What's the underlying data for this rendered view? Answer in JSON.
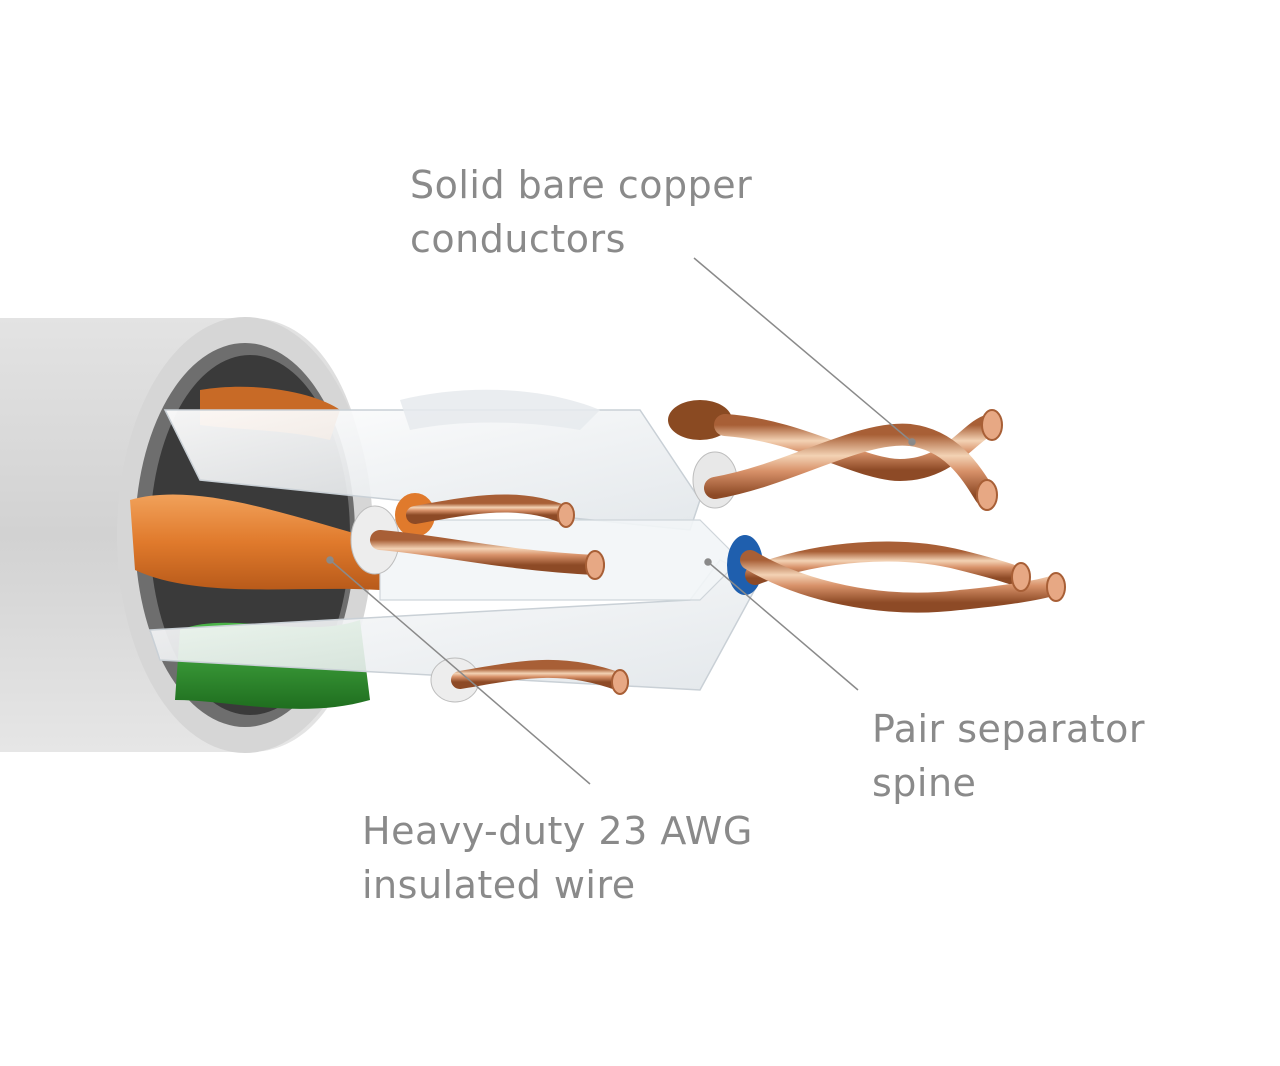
{
  "labels": {
    "conductors": {
      "line1": "Solid bare copper",
      "line2": "conductors"
    },
    "spine": {
      "line1": "Pair separator",
      "line2": "spine"
    },
    "wire": {
      "line1": "Heavy-duty 23 AWG",
      "line2": "insulated wire"
    }
  },
  "colors": {
    "label_text": "#8a8a8a",
    "jacket": "#d9d9d9",
    "jacket_shadow": "#bdbdbd",
    "copper": "#c8825a",
    "copper_highlight": "#f3d2b4",
    "orange_insulation": "#e07a2c",
    "brown_insulation": "#8a4a22",
    "blue_insulation": "#1f5fae",
    "green_insulation": "#2e8b2e",
    "spine": "#eef1f3",
    "leader_line": "#8a8a8a"
  }
}
